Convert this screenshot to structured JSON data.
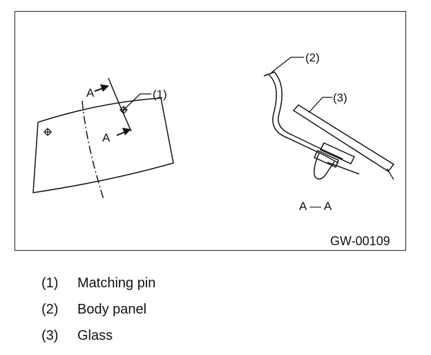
{
  "figure": {
    "code": "GW-00109",
    "section_label": "A — A",
    "section_arrow_left_top": "A",
    "section_arrow_left_bottom": "A",
    "callouts": [
      {
        "id": "callout-1",
        "text": "(1)"
      },
      {
        "id": "callout-2",
        "text": "(2)"
      },
      {
        "id": "callout-3",
        "text": "(3)"
      }
    ]
  },
  "legend": {
    "items": [
      {
        "num": "(1)",
        "text": "Matching pin"
      },
      {
        "num": "(2)",
        "text": "Body panel"
      },
      {
        "num": "(3)",
        "text": "Glass"
      }
    ]
  }
}
